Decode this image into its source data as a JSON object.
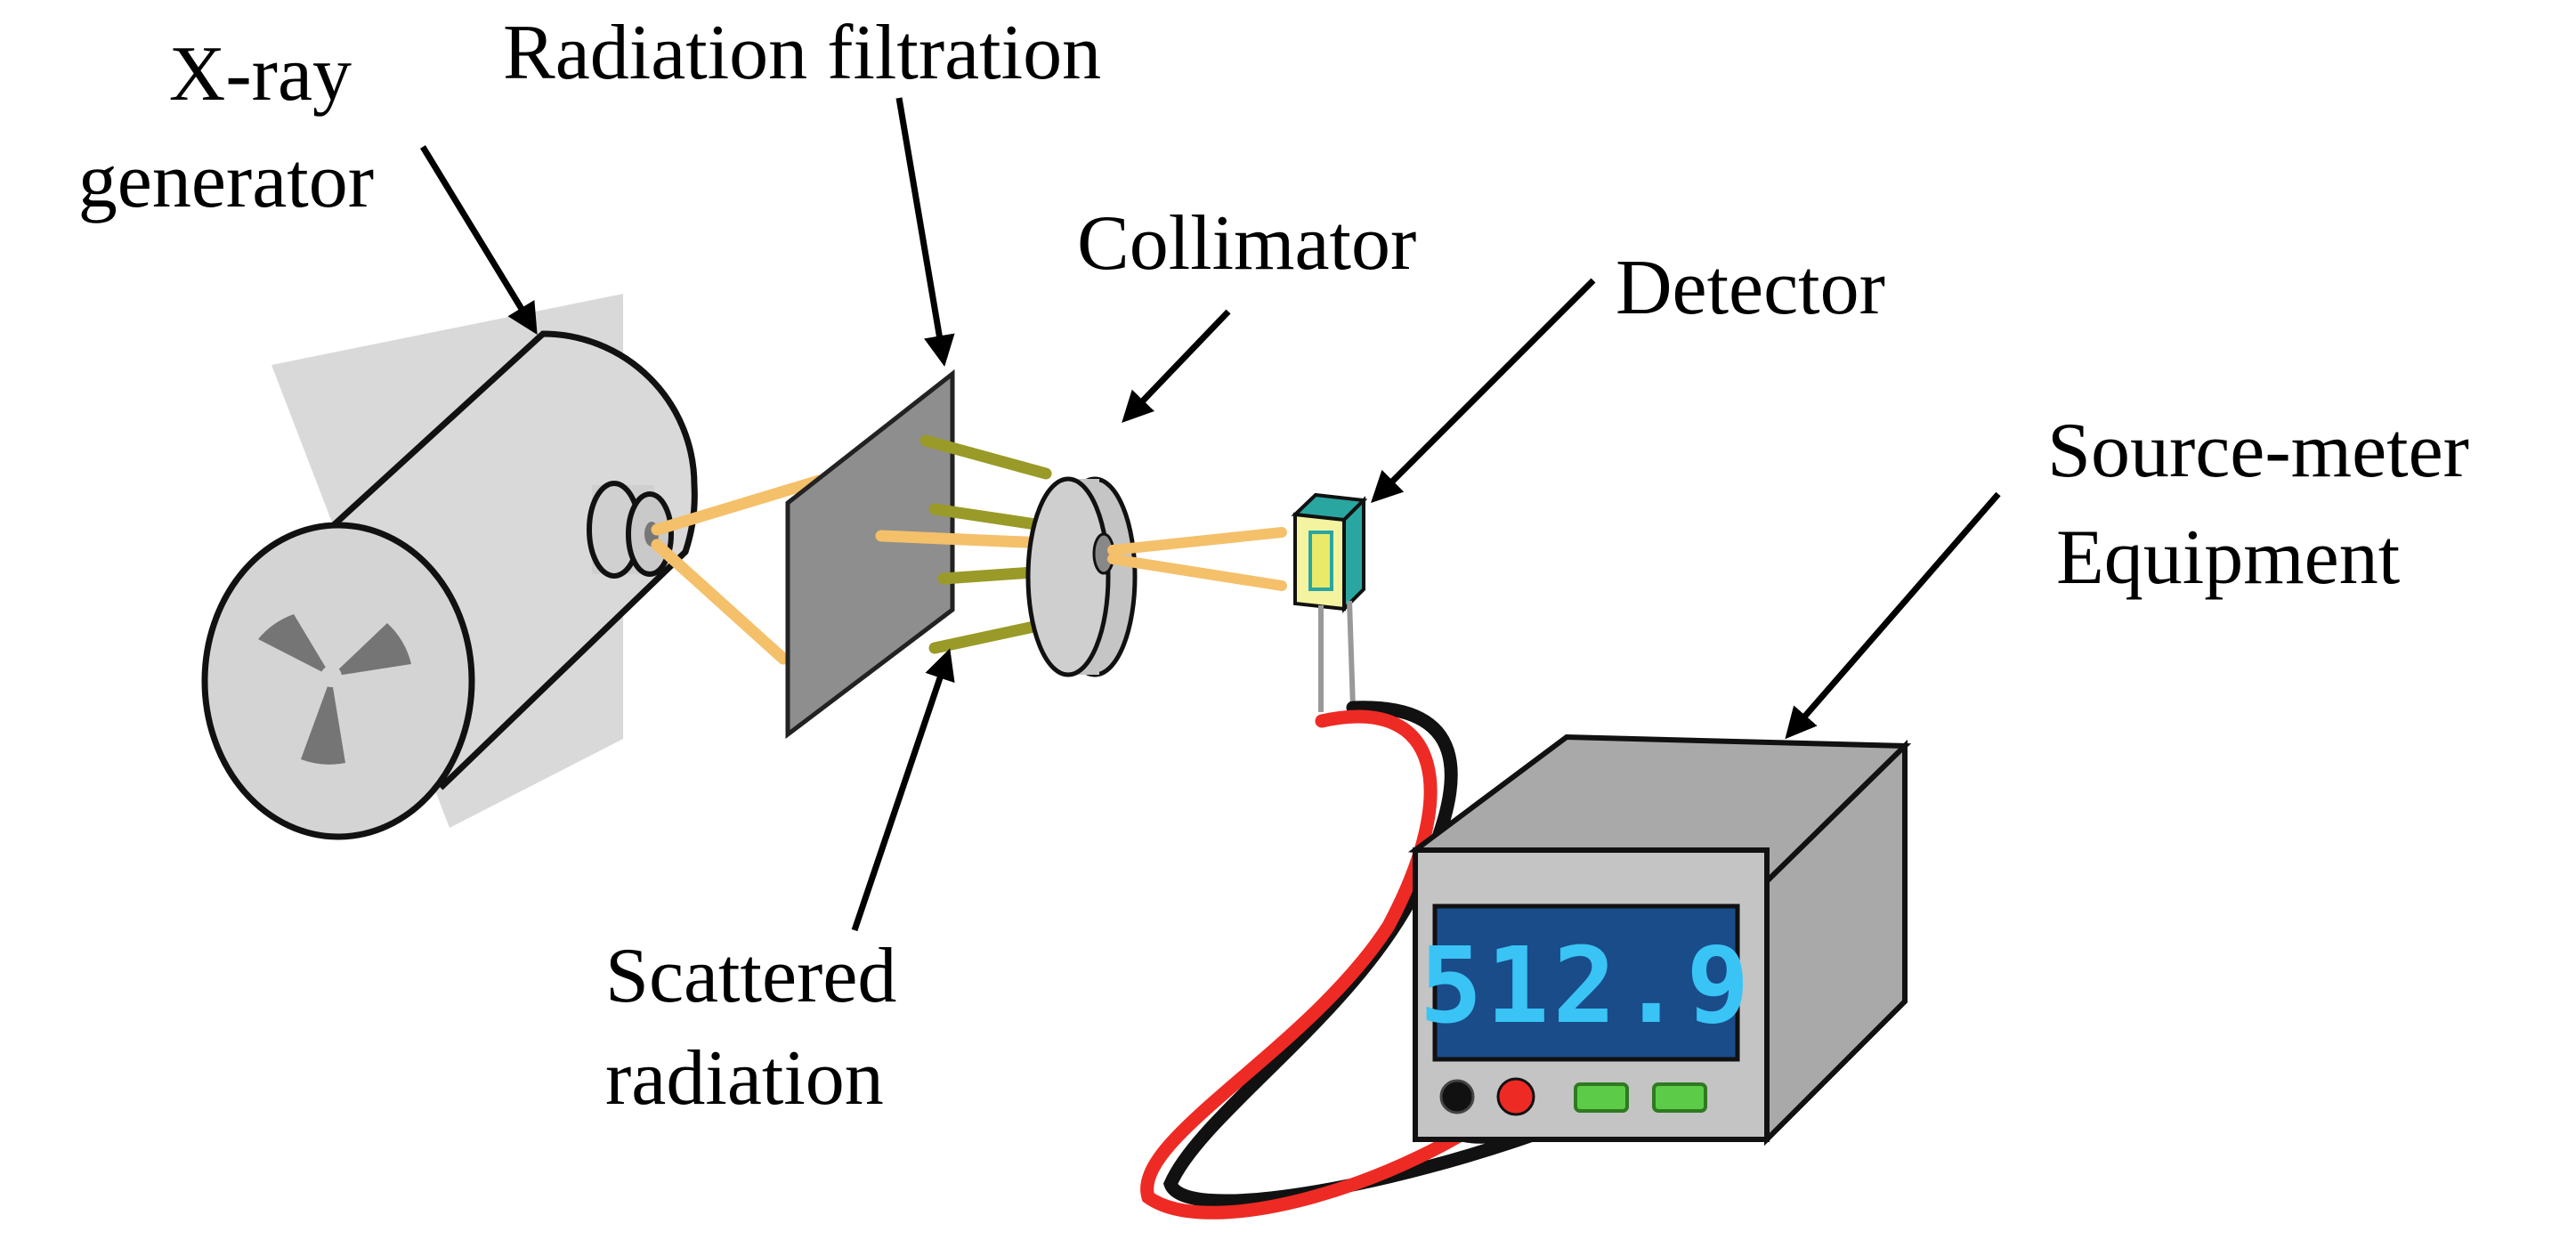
{
  "labels": {
    "xray_generator": [
      "X-ray",
      "generator"
    ],
    "radiation_filtration": "Radiation filtration",
    "collimator": "Collimator",
    "detector": "Detector",
    "source_meter": [
      "Source-meter",
      "Equipment"
    ],
    "scattered_radiation": [
      "Scattered",
      "radiation"
    ]
  },
  "meter": {
    "display_value": "512.9"
  },
  "colors": {
    "beam": "#f4c06a",
    "scatter": "#9a9a28",
    "generator_body": "#d9d9d9",
    "filter_plate": "#8e8e8e",
    "detector": "#f4f4a0",
    "detector_edge": "#2aa6a0",
    "display_bg": "#1a4c8a",
    "display_text": "#39c4f5",
    "wire_red": "#ee2a24",
    "wire_black": "#111111",
    "meter_button": "#5ccc48"
  }
}
